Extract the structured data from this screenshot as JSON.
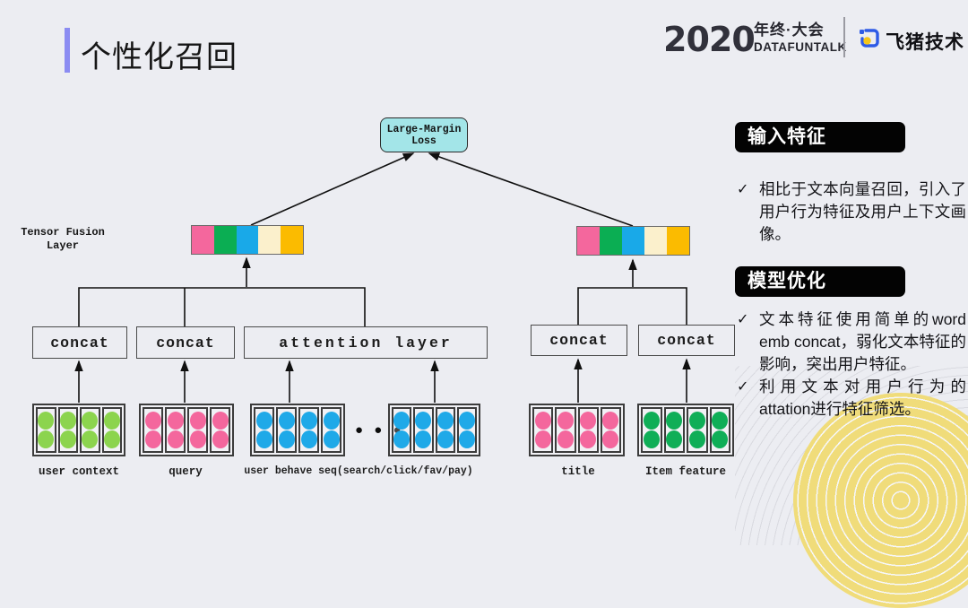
{
  "slide_title": "个性化召回",
  "header": {
    "year": "2020",
    "event_title": "年终·大会",
    "event_subtitle": "DATAFUNTALK",
    "brand": "飞猪技术"
  },
  "colors": {
    "accent_purple": "#8b8cf2",
    "loss_box_bg": "#a3e5e8",
    "deco_yellow": "#f0dc7a",
    "bar_segments": [
      "#f4679d",
      "#0bae53",
      "#19a9e8",
      "#fbf0cc",
      "#fbbb00"
    ]
  },
  "diagram": {
    "loss_line1": "Large-Margin",
    "loss_line2": "Loss",
    "tensor_line1": "Tensor Fusion",
    "tensor_line2": "Layer",
    "op_boxes": {
      "concat1": "concat",
      "concat2": "concat",
      "attention": "attention layer",
      "concat3": "concat",
      "concat4": "concat"
    },
    "ellipsis": "● ● ●",
    "circle_groups": [
      {
        "color": "#8cd44e"
      },
      {
        "color": "#f4679d"
      },
      {
        "color": "#1fa9e8"
      },
      {
        "color": "#1fa9e8"
      },
      {
        "color": "#f4679d"
      },
      {
        "color": "#0fae57"
      }
    ],
    "input_labels": {
      "user_context": "user context",
      "query": "query",
      "behave_seq": "user behave seq(search/click/fav/pay)",
      "title": "title",
      "item_feature": "Item feature"
    }
  },
  "panel": {
    "check": "✓",
    "sections": [
      {
        "heading": "输入特征",
        "bullets": [
          "相比于文本向量召回，引入了用户行为特征及用户上下文画像。"
        ]
      },
      {
        "heading": "模型优化",
        "bullets": [
          "文本特征使用简单的word emb concat，弱化文本特征的影响，突出用户特征。",
          "利用文本对用户行为的attation进行特征筛选。"
        ]
      }
    ]
  }
}
